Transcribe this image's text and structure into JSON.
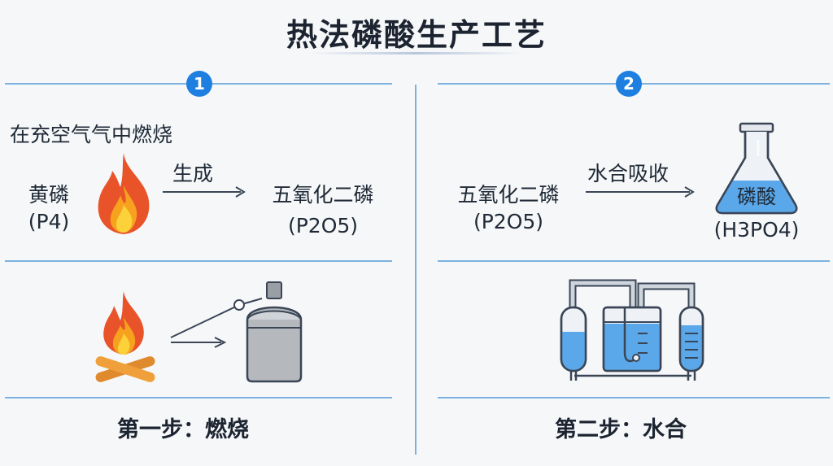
{
  "title": "热法磷酸生产工艺",
  "step1": {
    "number": "1",
    "condition": "在充空气气中燃烧",
    "reactant_name": "黄磷",
    "reactant_formula": "(P4)",
    "arrow_label": "生成",
    "product_name": "五氧化二磷",
    "product_formula": "(P2O5)",
    "caption": "第一步：燃烧",
    "icons": [
      "flame-icon",
      "campfire-icon",
      "gas-cylinder-icon"
    ]
  },
  "step2": {
    "number": "2",
    "reactant_name": "五氧化二磷",
    "reactant_formula": "(P2O5)",
    "arrow_label": "水合吸收",
    "product_name": "磷酸",
    "product_formula": "(H3PO4)",
    "caption": "第二步：水合",
    "icons": [
      "erlenmeyer-flask-icon",
      "absorption-apparatus-icon"
    ]
  },
  "colors": {
    "accent": "#1f7fe0",
    "divider": "#7db2e0",
    "flame_outer": "#e8532a",
    "flame_inner": "#fcd13a",
    "liquid": "#5aa7ea"
  }
}
